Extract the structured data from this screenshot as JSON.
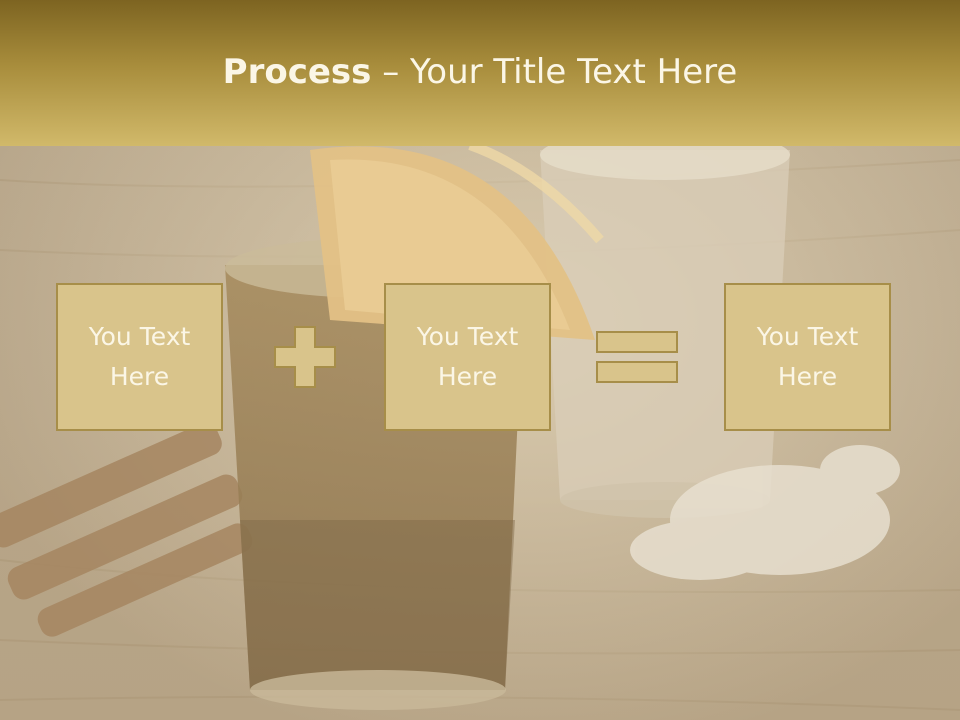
{
  "title": {
    "bold": "Process",
    "separator": " – ",
    "rest": "Your Title Text Here"
  },
  "boxes": [
    {
      "label": "You Text\nHere"
    },
    {
      "label": "You Text\nHere"
    },
    {
      "label": "You Text\nHere"
    }
  ],
  "operators": [
    "plus",
    "equals"
  ],
  "colors": {
    "title_bar_top": "#7d6421",
    "title_bar_bottom": "#d1b96a",
    "box_fill": "#d9c48b",
    "box_border": "#a78e49",
    "text_light": "#fbf6e6",
    "background_wash": "#c8b89b"
  },
  "background": {
    "icons": [
      "shot-glass-dark-icon",
      "shot-glass-clear-icon",
      "orange-slice-icon",
      "cinnamon-sticks-icon",
      "salt-pile-icon"
    ]
  }
}
